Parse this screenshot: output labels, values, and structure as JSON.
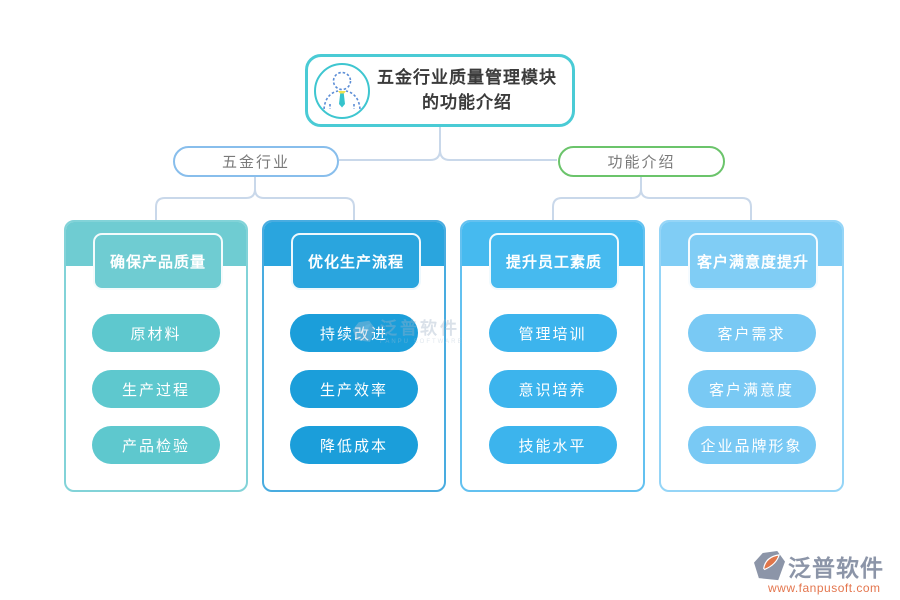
{
  "root_node": {
    "title_line1": "五金行业质量管理模块",
    "title_line2": "的功能介绍"
  },
  "branch_nodes": [
    {
      "label": "五金行业",
      "border_color": "#88BEEC"
    },
    {
      "label": "功能介绍",
      "border_color": "#6BC46B"
    }
  ],
  "cards": [
    {
      "header": "确保产品质量",
      "band_color": "#6FCCD2",
      "pill_color": "#5EC8CE",
      "border_color": "#82D3D8",
      "items": [
        "原材料",
        "生产过程",
        "产品检验"
      ]
    },
    {
      "header": "优化生产流程",
      "band_color": "#2AA5DE",
      "pill_color": "#1B9EDA",
      "border_color": "#49ACE0",
      "items": [
        "持续改进",
        "生产效率",
        "降低成本"
      ]
    },
    {
      "header": "提升员工素质",
      "band_color": "#46BAEF",
      "pill_color": "#3CB4ED",
      "border_color": "#63C1F0",
      "items": [
        "管理培训",
        "意识培养",
        "技能水平"
      ]
    },
    {
      "header": "客户满意度提升",
      "band_color": "#80CDF5",
      "pill_color": "#79C9F4",
      "border_color": "#95D5F7",
      "items": [
        "客户需求",
        "客户满意度",
        "企业品牌形象"
      ]
    }
  ],
  "watermark": {
    "text": "泛普软件",
    "subtext": "FANPU SOFTWARE"
  },
  "logo": {
    "brand": "泛普软件",
    "url": "www.fanpusoft.com"
  },
  "colors": {
    "connector": "#C9D8EA",
    "root_border": "#4ACBD5",
    "title_text": "#3B3B3B",
    "branch_text": "#7A7A7A",
    "logo_text": "#8C95A8",
    "logo_url": "#E4764E"
  }
}
